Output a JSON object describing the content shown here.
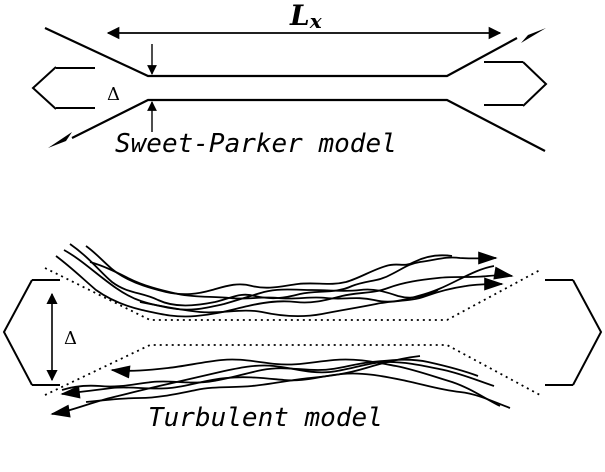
{
  "top_panel": {
    "length_label_main": "L",
    "length_label_sub": "x",
    "delta_label": "Δ",
    "caption": "Sweet-Parker model"
  },
  "bottom_panel": {
    "delta_label": "Δ",
    "caption": "Turbulent model"
  }
}
